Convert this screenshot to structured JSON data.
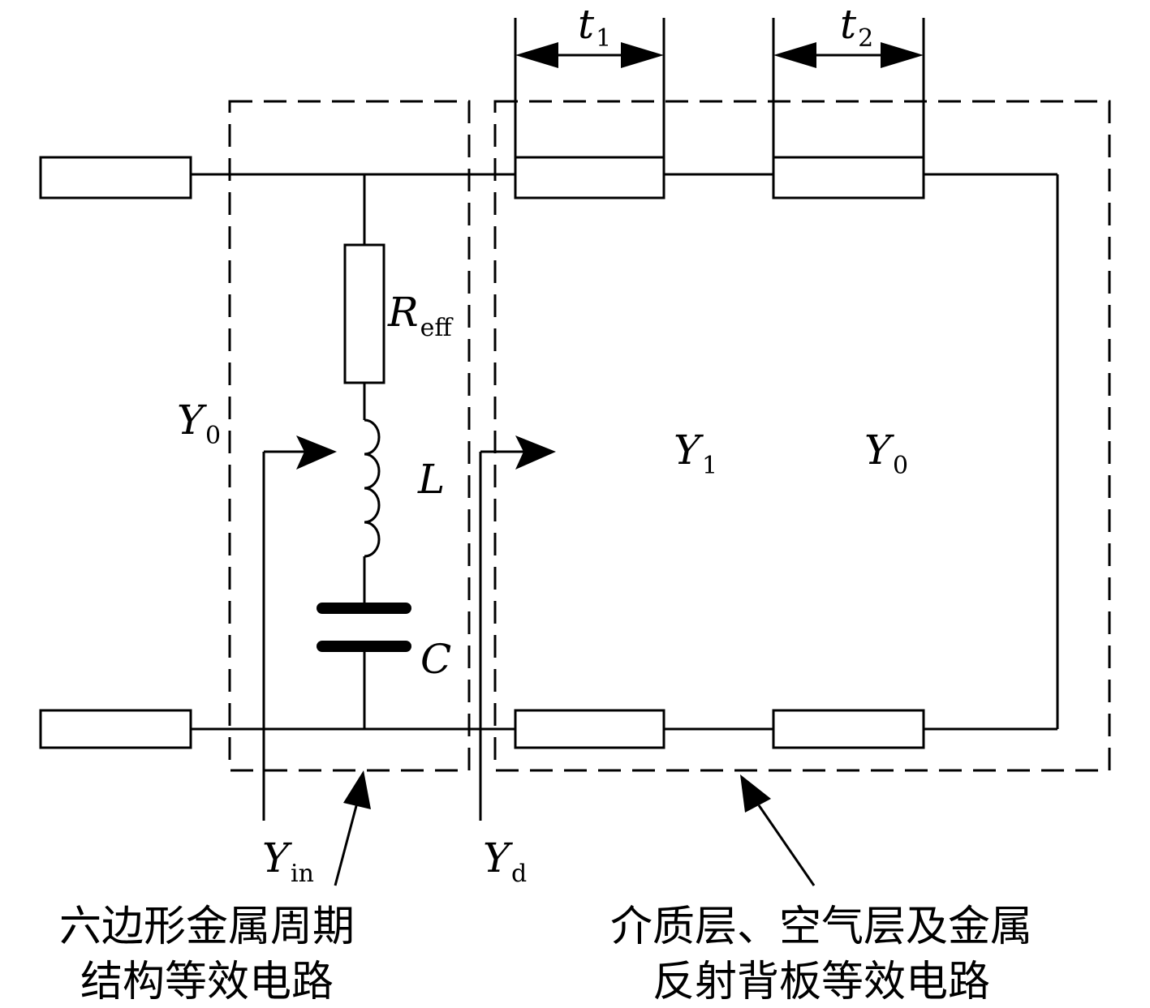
{
  "labels": {
    "t1": {
      "base": "t",
      "sub": "1"
    },
    "t2": {
      "base": "t",
      "sub": "2"
    },
    "reff": {
      "base": "R",
      "sub": "eff"
    },
    "l": "L",
    "c": "C",
    "y0_left": {
      "base": "Y",
      "sub": "0"
    },
    "y1": {
      "base": "Y",
      "sub": "1"
    },
    "y0_right": {
      "base": "Y",
      "sub": "0"
    },
    "yin": {
      "base": "Y",
      "sub": "in"
    },
    "yd": {
      "base": "Y",
      "sub": "d"
    }
  },
  "captions": {
    "left_line1": "六边形金属周期",
    "left_line2": "结构等效电路",
    "right_line1": "介质层、空气层及金属",
    "right_line2": "反射背板等效电路"
  }
}
